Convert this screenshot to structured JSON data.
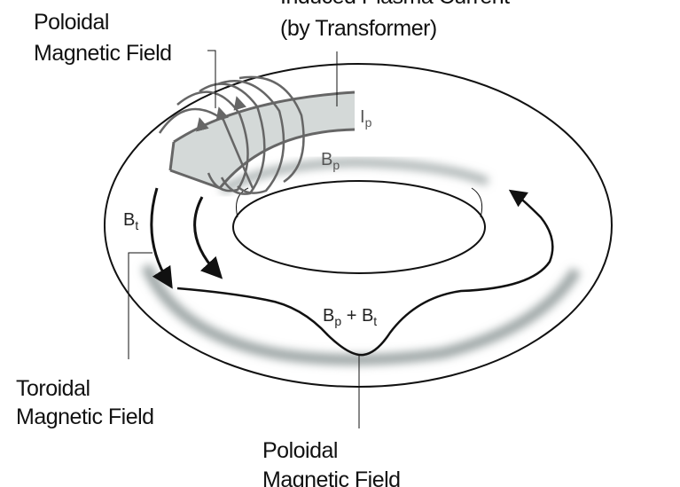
{
  "labels": {
    "poloidal_top_1": "Poloidal",
    "poloidal_top_2": "Magnetic Field",
    "induced_1": "Induced Plasma Current",
    "induced_2": "(by Transformer)",
    "toroidal_1": "Toroidal",
    "toroidal_2": "Magnetic Field",
    "poloidal_bottom_1": "Poloidal",
    "poloidal_bottom_2": "Magnetic Field"
  },
  "symbols": {
    "ip_main": "I",
    "ip_sub": "p",
    "bp_main": "B",
    "bp_sub": "p",
    "bt_main": "B",
    "bt_sub": "t",
    "sum_b1": "B",
    "sum_sub1": "p",
    "sum_plus": " + ",
    "sum_b2": "B",
    "sum_sub2": "t"
  }
}
